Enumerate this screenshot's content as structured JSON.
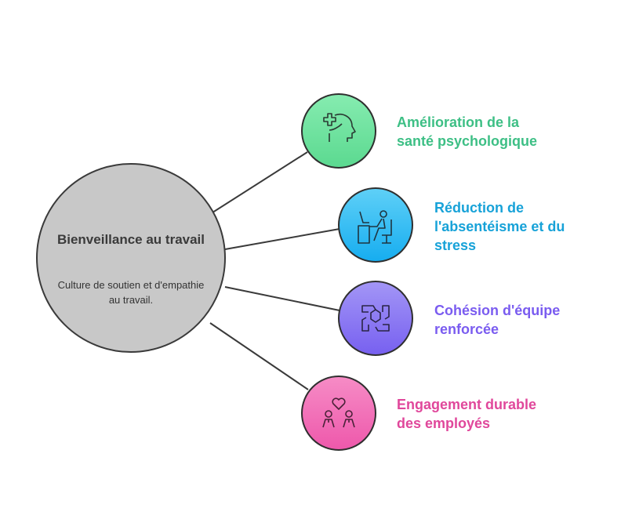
{
  "center": {
    "title": "Bienveillance au travail",
    "description": "Culture de soutien et d'empathie au travail."
  },
  "branches": [
    {
      "label": "Amélioration de la santé psychologique",
      "icon": "mental-health-icon",
      "color": "#3dbf85"
    },
    {
      "label": "Réduction de l'absentéisme et du stress",
      "icon": "desk-worker-icon",
      "color": "#17a2d8"
    },
    {
      "label": "Cohésion d'équipe renforcée",
      "icon": "team-hands-icon",
      "color": "#7a5cf0"
    },
    {
      "label": "Engagement durable des employés",
      "icon": "employees-heart-icon",
      "color": "#e0479b"
    }
  ]
}
